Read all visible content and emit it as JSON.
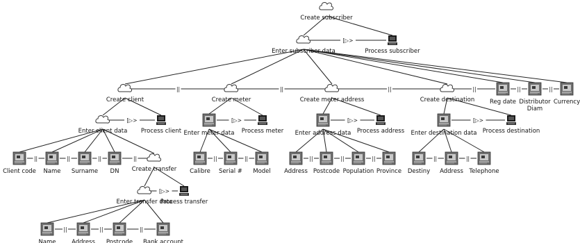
{
  "nodes": {
    "create_subscriber": {
      "label": "Create subscriber",
      "icon": "cloud-icon"
    },
    "enter_subscriber_data": {
      "label": "Enter subscriber data",
      "icon": "cloud-icon"
    },
    "process_subscriber": {
      "label": "Process subscriber",
      "icon": "computer-icon"
    },
    "create_client": {
      "label": "Create client",
      "icon": "cloud-icon"
    },
    "create_meter": {
      "label": "Create meter",
      "icon": "cloud-icon"
    },
    "create_meter_address": {
      "label": "Create meter address",
      "icon": "cloud-icon"
    },
    "create_destination": {
      "label": "Create destination",
      "icon": "cloud-icon"
    },
    "reg_date": {
      "label": "Reg date",
      "icon": "field-icon"
    },
    "distributor_diam": {
      "label": "Distributor Diam",
      "icon": "field-icon"
    },
    "currency": {
      "label": "Currency",
      "icon": "field-icon"
    },
    "enter_client_data": {
      "label": "Enter client data",
      "icon": "cloud-icon"
    },
    "process_client": {
      "label": "Process client",
      "icon": "computer-icon"
    },
    "enter_meter_data": {
      "label": "Enter meter data",
      "icon": "field-icon"
    },
    "process_meter": {
      "label": "Process meter",
      "icon": "computer-icon"
    },
    "enter_address_data": {
      "label": "Enter address data",
      "icon": "field-icon"
    },
    "process_address": {
      "label": "Process address",
      "icon": "computer-icon"
    },
    "enter_destination_data": {
      "label": "Enter destination data",
      "icon": "field-icon"
    },
    "process_destination": {
      "label": "Process destination",
      "icon": "computer-icon"
    },
    "client_code": {
      "label": "Client code",
      "icon": "field-icon"
    },
    "client_name": {
      "label": "Name",
      "icon": "field-icon"
    },
    "surname": {
      "label": "Surname",
      "icon": "field-icon"
    },
    "dn": {
      "label": "DN",
      "icon": "field-icon"
    },
    "create_transfer": {
      "label": "Create transfer",
      "icon": "cloud-icon"
    },
    "calibre": {
      "label": "Calibre",
      "icon": "field-icon"
    },
    "serial": {
      "label": "Serial #",
      "icon": "field-icon"
    },
    "model": {
      "label": "Model",
      "icon": "field-icon"
    },
    "ma_address": {
      "label": "Address",
      "icon": "field-icon"
    },
    "ma_postcode": {
      "label": "Postcode",
      "icon": "field-icon"
    },
    "population": {
      "label": "Population",
      "icon": "field-icon"
    },
    "province": {
      "label": "Province",
      "icon": "field-icon"
    },
    "destiny": {
      "label": "Destiny",
      "icon": "field-icon"
    },
    "d_address": {
      "label": "Address",
      "icon": "field-icon"
    },
    "telephone": {
      "label": "Telephone",
      "icon": "field-icon"
    },
    "enter_transfer_data": {
      "label": "Enter transfer data",
      "icon": "cloud-icon"
    },
    "process_transfer": {
      "label": "Process transfer",
      "icon": "computer-icon"
    },
    "t_name": {
      "label": "Name",
      "icon": "field-icon"
    },
    "t_address": {
      "label": "Address",
      "icon": "field-icon"
    },
    "t_postcode": {
      "label": "Postcode",
      "icon": "field-icon"
    },
    "bank_account": {
      "label": "Bank account",
      "icon": "field-icon"
    }
  },
  "edges": [
    {
      "from": "create_subscriber",
      "to": "enter_subscriber_data"
    },
    {
      "from": "create_subscriber",
      "to": "process_subscriber"
    },
    {
      "from": "enter_subscriber_data",
      "to": "create_client"
    },
    {
      "from": "enter_subscriber_data",
      "to": "create_meter"
    },
    {
      "from": "enter_subscriber_data",
      "to": "create_meter_address"
    },
    {
      "from": "enter_subscriber_data",
      "to": "create_destination"
    },
    {
      "from": "enter_subscriber_data",
      "to": "reg_date"
    },
    {
      "from": "enter_subscriber_data",
      "to": "distributor_diam"
    },
    {
      "from": "enter_subscriber_data",
      "to": "currency"
    },
    {
      "from": "create_client",
      "to": "enter_client_data"
    },
    {
      "from": "create_client",
      "to": "process_client"
    },
    {
      "from": "create_meter",
      "to": "enter_meter_data"
    },
    {
      "from": "create_meter",
      "to": "process_meter"
    },
    {
      "from": "create_meter_address",
      "to": "enter_address_data"
    },
    {
      "from": "create_meter_address",
      "to": "process_address"
    },
    {
      "from": "create_destination",
      "to": "enter_destination_data"
    },
    {
      "from": "create_destination",
      "to": "process_destination"
    },
    {
      "from": "enter_client_data",
      "to": "client_code"
    },
    {
      "from": "enter_client_data",
      "to": "client_name"
    },
    {
      "from": "enter_client_data",
      "to": "surname"
    },
    {
      "from": "enter_client_data",
      "to": "dn"
    },
    {
      "from": "enter_client_data",
      "to": "create_transfer"
    },
    {
      "from": "enter_meter_data",
      "to": "calibre"
    },
    {
      "from": "enter_meter_data",
      "to": "serial"
    },
    {
      "from": "enter_meter_data",
      "to": "model"
    },
    {
      "from": "enter_address_data",
      "to": "ma_address"
    },
    {
      "from": "enter_address_data",
      "to": "ma_postcode"
    },
    {
      "from": "enter_address_data",
      "to": "population"
    },
    {
      "from": "enter_address_data",
      "to": "province"
    },
    {
      "from": "enter_destination_data",
      "to": "destiny"
    },
    {
      "from": "enter_destination_data",
      "to": "d_address"
    },
    {
      "from": "enter_destination_data",
      "to": "telephone"
    },
    {
      "from": "create_transfer",
      "to": "enter_transfer_data"
    },
    {
      "from": "create_transfer",
      "to": "process_transfer"
    },
    {
      "from": "enter_transfer_data",
      "to": "t_name"
    },
    {
      "from": "enter_transfer_data",
      "to": "t_address"
    },
    {
      "from": "enter_transfer_data",
      "to": "t_postcode"
    },
    {
      "from": "enter_transfer_data",
      "to": "bank_account"
    }
  ],
  "connectors": [
    {
      "between": [
        "enter_subscriber_data",
        "process_subscriber"
      ],
      "kind": "sequence",
      "label": "[▷>"
    },
    {
      "between": [
        "enter_client_data",
        "process_client"
      ],
      "kind": "sequence",
      "label": "[▷>"
    },
    {
      "between": [
        "enter_meter_data",
        "process_meter"
      ],
      "kind": "sequence",
      "label": "[▷>"
    },
    {
      "between": [
        "enter_address_data",
        "process_address"
      ],
      "kind": "sequence",
      "label": "[▷>"
    },
    {
      "between": [
        "enter_destination_data",
        "process_destination"
      ],
      "kind": "sequence",
      "label": "[▷>"
    },
    {
      "between": [
        "enter_transfer_data",
        "process_transfer"
      ],
      "kind": "sequence",
      "label": "[▷>"
    },
    {
      "between": [
        "create_client",
        "create_meter"
      ],
      "kind": "parallel",
      "label": "||"
    },
    {
      "between": [
        "create_meter",
        "create_meter_address"
      ],
      "kind": "parallel",
      "label": "||"
    },
    {
      "between": [
        "create_meter_address",
        "create_destination"
      ],
      "kind": "parallel",
      "label": "||"
    },
    {
      "between": [
        "create_destination",
        "reg_date"
      ],
      "kind": "parallel",
      "label": "||"
    },
    {
      "between": [
        "reg_date",
        "distributor_diam"
      ],
      "kind": "parallel",
      "label": "||"
    },
    {
      "between": [
        "distributor_diam",
        "currency"
      ],
      "kind": "parallel",
      "label": "||"
    },
    {
      "between": [
        "client_code",
        "client_name"
      ],
      "kind": "parallel",
      "label": "||"
    },
    {
      "between": [
        "client_name",
        "surname"
      ],
      "kind": "parallel",
      "label": "||"
    },
    {
      "between": [
        "surname",
        "dn"
      ],
      "kind": "parallel",
      "label": "||"
    },
    {
      "between": [
        "dn",
        "create_transfer"
      ],
      "kind": "parallel",
      "label": "||"
    },
    {
      "between": [
        "calibre",
        "serial"
      ],
      "kind": "parallel",
      "label": "||"
    },
    {
      "between": [
        "serial",
        "model"
      ],
      "kind": "parallel",
      "label": "||"
    },
    {
      "between": [
        "ma_address",
        "ma_postcode"
      ],
      "kind": "parallel",
      "label": "||"
    },
    {
      "between": [
        "ma_postcode",
        "population"
      ],
      "kind": "parallel",
      "label": "||"
    },
    {
      "between": [
        "population",
        "province"
      ],
      "kind": "parallel",
      "label": "||"
    },
    {
      "between": [
        "destiny",
        "d_address"
      ],
      "kind": "parallel",
      "label": "||"
    },
    {
      "between": [
        "d_address",
        "telephone"
      ],
      "kind": "parallel",
      "label": "||"
    },
    {
      "between": [
        "t_name",
        "t_address"
      ],
      "kind": "parallel",
      "label": "||"
    },
    {
      "between": [
        "t_address",
        "t_postcode"
      ],
      "kind": "parallel",
      "label": "||"
    },
    {
      "between": [
        "t_postcode",
        "bank_account"
      ],
      "kind": "parallel",
      "label": "||"
    }
  ]
}
